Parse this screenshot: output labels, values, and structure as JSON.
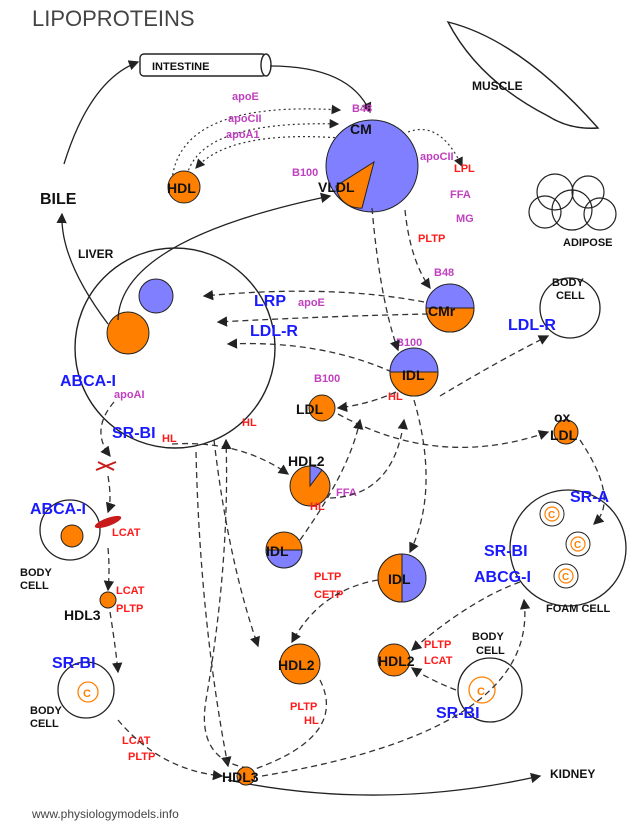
{
  "title": "LIPOPROTEINS",
  "source": "www.physiologymodels.info",
  "organs": {
    "intestine": "INTESTINE",
    "muscle": "MUSCLE",
    "adipose": "ADIPOSE",
    "liver": "LIVER",
    "bile": "BILE",
    "kidney": "KIDNEY",
    "body_cell_top": "BODY\nCELL",
    "body_cell_left": "BODY\nCELL",
    "body_cell_mid": "BODY\nCELL",
    "body_cell_bottom": "BODY\nCELL",
    "foam_cell": "FOAM CELL"
  },
  "particles": {
    "cm": "CM",
    "vldl": "VLDL",
    "hdl_top": "HDL",
    "cmr": "CMr",
    "idl_top": "IDL",
    "ldl": "LDL",
    "ox": "ox",
    "ox_ldl": "LDL",
    "hdl2_top": "HDL2",
    "idl_left": "IDL",
    "idl_right": "IDL",
    "hdl2_bottom_left": "HDL2",
    "hdl2_bottom_right": "HDL2",
    "hdl3_left": "HDL3",
    "hdl3_bottom": "HDL3",
    "cholesterol": "C"
  },
  "receptors": {
    "lrp": "LRP",
    "ldlr_liver": "LDL-R",
    "ldlr_cell": "LDL-R",
    "abca1_liver": "ABCA-I",
    "abca1_cell": "ABCA-I",
    "srbi_liver": "SR-BI",
    "sra": "SR-A",
    "srbi_foam": "SR-BI",
    "abcg1": "ABCG-I",
    "srbi_left": "SR-BI",
    "srbi_bottom": "SR-BI"
  },
  "apos": {
    "apoE_top": "apoE",
    "apoCII_top": "apoCII",
    "apoA1_top": "apoA1",
    "b48_cm": "B48",
    "b100_vldl": "B100",
    "apoCII_right": "apoCII",
    "b48_cmr": "B48",
    "apoE_lrp": "apoE",
    "b100_idl": "B100",
    "b100_ldl": "B100",
    "apoAI_liver": "apoAI"
  },
  "enzymes": {
    "lpl": "LPL",
    "pltp_top": "PLTP",
    "hl_idl": "HL",
    "hl_liver1": "HL",
    "hl_liver2": "HL",
    "hl_hdl2": "HL",
    "lcat_cell": "LCAT",
    "lcat_hdl3": "LCAT",
    "pltp_hdl3": "PLTP",
    "pltp_mid": "PLTP",
    "cetp_mid": "CETP",
    "pltp_right": "PLTP",
    "lcat_right": "LCAT",
    "pltp_bottom": "PLTP",
    "hl_bottom": "HL",
    "lcat_bottom": "LCAT",
    "pltp_bottom_left": "PLTP"
  },
  "products": {
    "ffa_top": "FFA",
    "mg": "MG",
    "ffa_hdl2": "FFA"
  },
  "colors": {
    "orange": "#ff8000",
    "purple": "#7f7fff",
    "blue_label": "#1a1aff",
    "red_label": "#ff1a1a",
    "magenta_label": "#c040c0"
  }
}
